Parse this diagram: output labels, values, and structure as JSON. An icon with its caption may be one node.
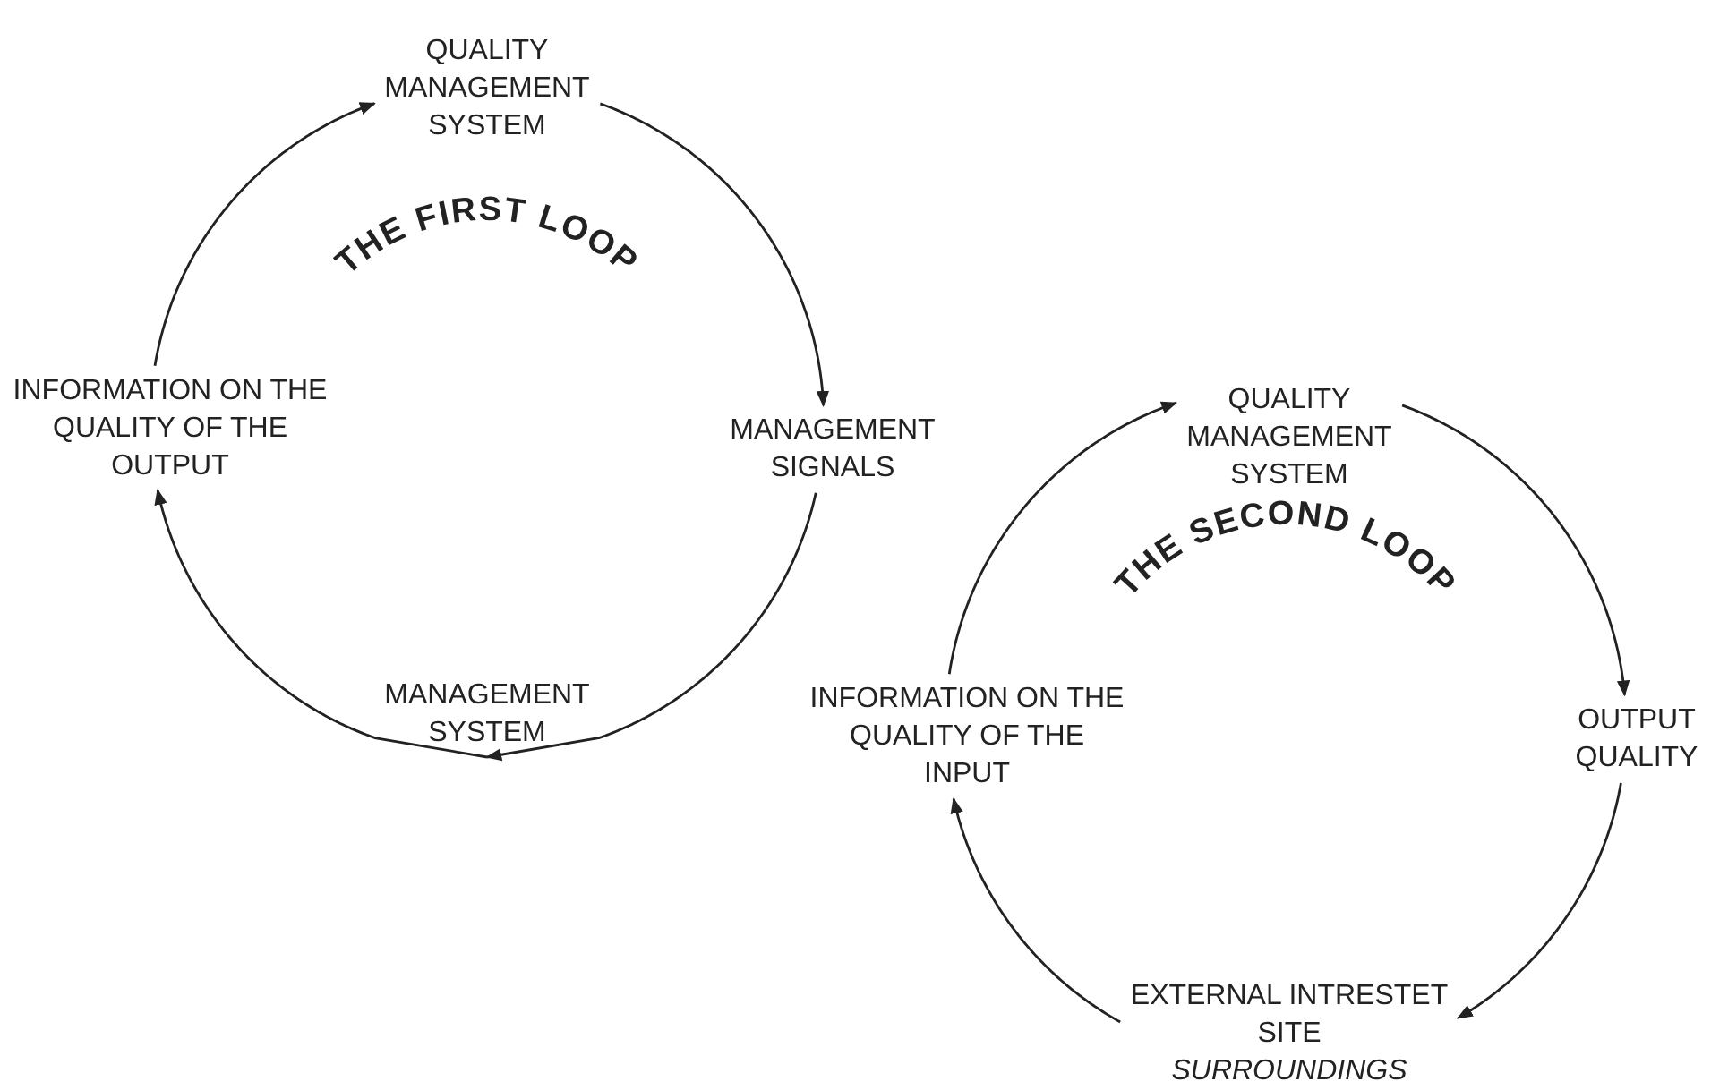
{
  "diagram": {
    "nodes": [
      {
        "text": [
          "QUALITY MANAGEMENT SYSTEM"
        ]
      },
      {
        "text": [
          "MANAGEMENT SIGNALS"
        ]
      },
      {
        "text": [
          "MANAGEMENT SYSTEM"
        ]
      },
      {
        "text": [
          "INFORMATION ON THE QUALITY OF THE OUTPUT"
        ]
      },
      {
        "text": [
          "QUALITY MANAGEMENT SYSTEM"
        ]
      },
      {
        "text": [
          "OUTPUT QUALITY"
        ]
      },
      {
        "text": [
          "EXTERNAL INTRESTET SITE",
          "SURROUNDINGS"
        ]
      },
      {
        "text": [
          "INFORMATION ON THE QUALITY OF THE INPUT"
        ]
      }
    ],
    "edges": [
      {
        "from": 0,
        "to": 1,
        "arrow": "to"
      },
      {
        "from": 1,
        "to": 2,
        "arrow": "to"
      },
      {
        "from": 2,
        "to": 3,
        "arrow": "to"
      },
      {
        "from": 3,
        "to": 0,
        "arrow": "to"
      },
      {
        "from": 4,
        "to": 5,
        "arrow": "to"
      },
      {
        "from": 5,
        "to": 6,
        "arrow": "to"
      },
      {
        "from": 6,
        "to": 7,
        "arrow": "to"
      },
      {
        "from": 7,
        "to": 4,
        "arrow": "to"
      }
    ],
    "labels": [
      "THE FIRST LOOP",
      "THE SECOND LOOP"
    ]
  }
}
